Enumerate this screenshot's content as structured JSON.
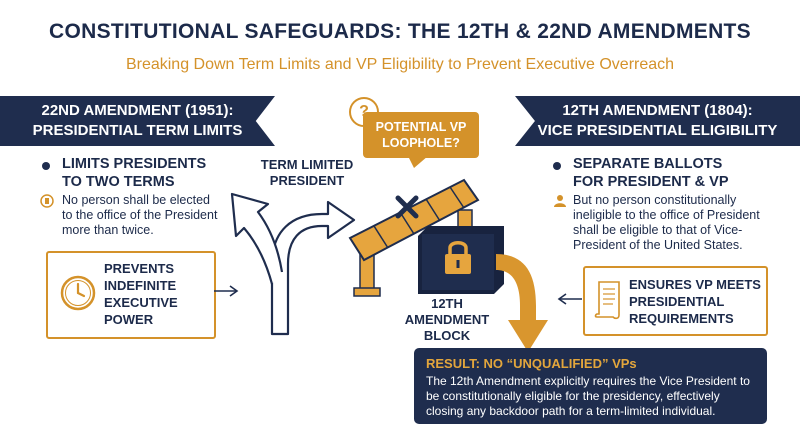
{
  "header": {
    "title": "CONSTITUTIONAL SAFEGUARDS: THE 12TH & 22ND AMENDMENTS",
    "subtitle": "Breaking Down Term Limits and VP Eligibility to Prevent Executive Overreach"
  },
  "left": {
    "banner_line1": "22ND AMENDMENT (1951):",
    "banner_line2": "PRESIDENTIAL TERM LIMITS",
    "bullet_line1": "LIMITS PRESIDENTS",
    "bullet_line2": "TO TWO TERMS",
    "quote_line1": "No person shall be elected",
    "quote_line2": "to the office of the President",
    "quote_line3": "more than twice.",
    "box_line1": "PREVENTS",
    "box_line2": "INDEFINITE",
    "box_line3": "EXECUTIVE",
    "box_line4": "POWER"
  },
  "right": {
    "banner_line1": "12TH AMENDMENT (1804):",
    "banner_line2": "VICE PRESIDENTIAL ELIGIBILITY",
    "bullet_line1": "SEPARATE BALLOTS",
    "bullet_line2": "FOR PRESIDENT & VP",
    "quote_line1": "But no person constitutionally",
    "quote_line2": "ineligible to the office of President",
    "quote_line3": "shall be eligible to that of Vice-",
    "quote_line4": "President of the United States.",
    "box_line1": "ENSURES VP MEETS",
    "box_line2": "PRESIDENTIAL",
    "box_line3": "REQUIREMENTS"
  },
  "center": {
    "question_mark": "?",
    "callout_line1": "POTENTIAL VP",
    "callout_line2": "LOOPHOLE?",
    "path_line1": "TERM LIMITED",
    "path_line2": "PRESIDENT",
    "block_line1": "12TH",
    "block_line2": "AMENDMENT",
    "block_line3": "BLOCK"
  },
  "result": {
    "title": "RESULT: NO “UNQUALIFIED” VPs",
    "body_line1": "The 12th Amendment explicitly requires the Vice President to",
    "body_line2": "be constitutionally eligible for the presidency, effectively",
    "body_line3": "closing any backdoor path for a term-limited individual."
  },
  "colors": {
    "navy": "#1f2d4e",
    "gold": "#d4922a",
    "text": "#1c2a4a"
  }
}
